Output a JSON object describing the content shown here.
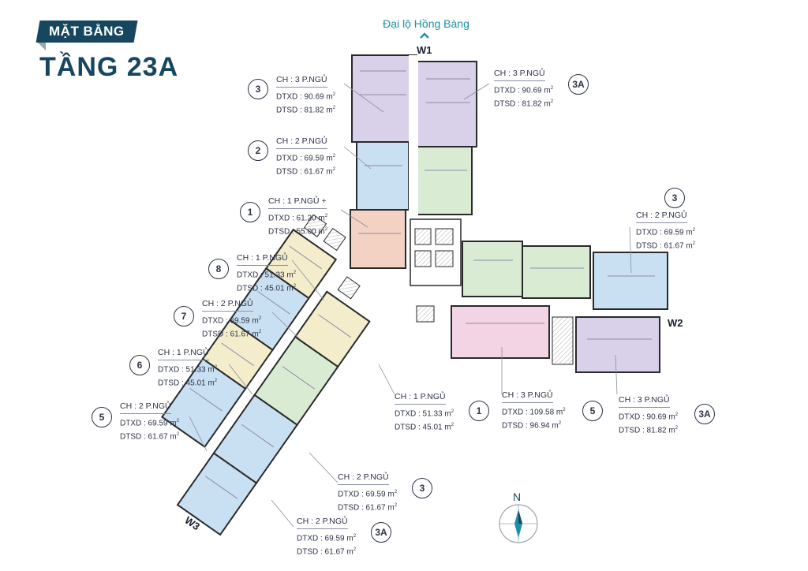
{
  "header": {
    "tag": "MẶT BẰNG",
    "title": "TẦNG 23A"
  },
  "road": "Đại lộ Hồng Bàng",
  "wings": {
    "w1": "W1",
    "w2": "W2",
    "w3": "W3"
  },
  "compass": "N",
  "units": [
    {
      "num": "3",
      "type": "CH : 3 P.NGỦ",
      "dtxd": "DTXD : 90.69 m",
      "dtsd": "DTSD : 81.82 m"
    },
    {
      "num": "3A",
      "type": "CH : 3 P.NGỦ",
      "dtxd": "DTXD : 90.69 m",
      "dtsd": "DTSD : 81.82 m"
    },
    {
      "num": "2",
      "type": "CH : 2 P.NGỦ",
      "dtxd": "DTXD : 69.59 m",
      "dtsd": "DTSD : 61.67 m"
    },
    {
      "num": "1",
      "type": "CH : 1 P.NGỦ +",
      "dtxd": "DTXD : 61.20 m",
      "dtsd": "DTSD : 55.00 m"
    },
    {
      "num": "3",
      "type": "CH : 2 P.NGỦ",
      "dtxd": "DTXD : 69.59 m",
      "dtsd": "DTSD : 61.67 m"
    },
    {
      "num": "8",
      "type": "CH : 1 P.NGỦ",
      "dtxd": "DTXD : 51.33 m",
      "dtsd": "DTSD : 45.01 m"
    },
    {
      "num": "7",
      "type": "CH : 2 P.NGỦ",
      "dtxd": "DTXD : 69.59 m",
      "dtsd": "DTSD : 61.67 m"
    },
    {
      "num": "6",
      "type": "CH : 1 P.NGỦ",
      "dtxd": "DTXD : 51.33 m",
      "dtsd": "DTSD : 45.01 m"
    },
    {
      "num": "5",
      "type": "CH : 2 P.NGỦ",
      "dtxd": "DTXD : 69.59 m",
      "dtsd": "DTSD : 61.67 m"
    },
    {
      "num": "1",
      "type": "CH : 1 P.NGỦ",
      "dtxd": "DTXD : 51.33 m",
      "dtsd": "DTSD : 45.01 m"
    },
    {
      "num": "5",
      "type": "CH : 3 P.NGỦ",
      "dtxd": "DTXD : 109.58 m",
      "dtsd": "DTSD : 96.94 m"
    },
    {
      "num": "3A",
      "type": "CH : 3 P.NGỦ",
      "dtxd": "DTXD : 90.69 m",
      "dtsd": "DTSD : 81.82 m"
    },
    {
      "num": "3",
      "type": "CH : 2 P.NGỦ",
      "dtxd": "DTXD : 69.59 m",
      "dtsd": "DTSD : 61.67 m"
    },
    {
      "num": "3A",
      "type": "CH : 2 P.NGỦ",
      "dtxd": "DTXD : 69.59 m",
      "dtsd": "DTSD : 61.67 m"
    }
  ],
  "colors": {
    "purple": "#d9d0ea",
    "blue": "#c9e0f2",
    "green": "#d9ecd3",
    "salmon": "#f3d2c4",
    "yellow": "#f3edcc",
    "pink": "#f2d4e4",
    "brand": "#16475f"
  }
}
